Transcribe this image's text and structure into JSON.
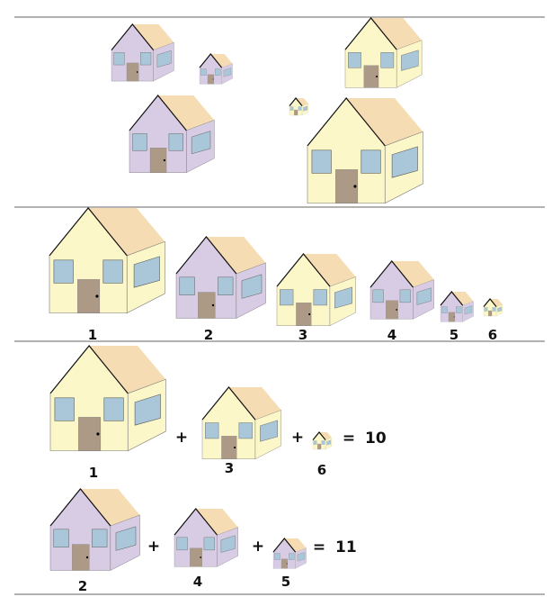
{
  "colors": {
    "yellow_wall": "#fbf7c9",
    "yellow_side": "#fbf7c9",
    "purple_wall": "#d8cce4",
    "purple_side": "#d8cce4",
    "roof": "#f6dcb2",
    "window": "#a9c7d8",
    "door": "#ad9a86"
  },
  "ranking": {
    "labels": [
      "1",
      "2",
      "3",
      "4",
      "5",
      "6"
    ]
  },
  "equation_1": {
    "terms": [
      "1",
      "3",
      "6"
    ],
    "plus_1": "+",
    "plus_2": "+",
    "equals": "=",
    "result": "10"
  },
  "equation_2": {
    "terms": [
      "2",
      "4",
      "5"
    ],
    "plus_1": "+",
    "plus_2": "+",
    "equals": "=",
    "result": "11"
  }
}
